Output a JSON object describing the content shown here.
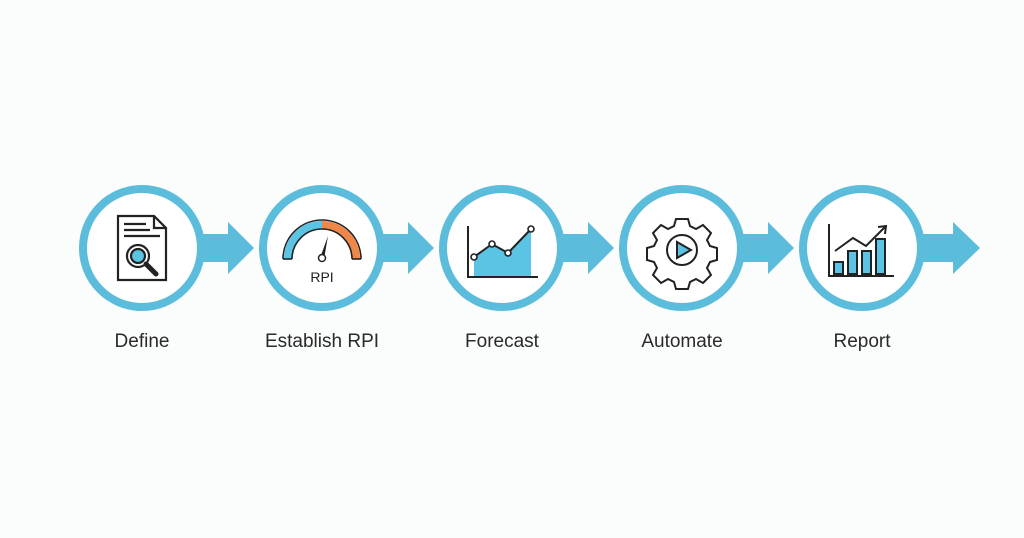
{
  "colors": {
    "accent": "#5bbcdc",
    "icon_fill": "#5bc3e3",
    "gauge_orange": "#f0874a",
    "ink": "#222222"
  },
  "steps": [
    {
      "label": "Define",
      "icon": "document-search-icon"
    },
    {
      "label": "Establish RPI",
      "icon": "gauge-icon",
      "icon_text": "RPI"
    },
    {
      "label": "Forecast",
      "icon": "area-line-chart-icon"
    },
    {
      "label": "Automate",
      "icon": "gear-play-icon"
    },
    {
      "label": "Report",
      "icon": "bar-chart-growth-icon"
    }
  ]
}
